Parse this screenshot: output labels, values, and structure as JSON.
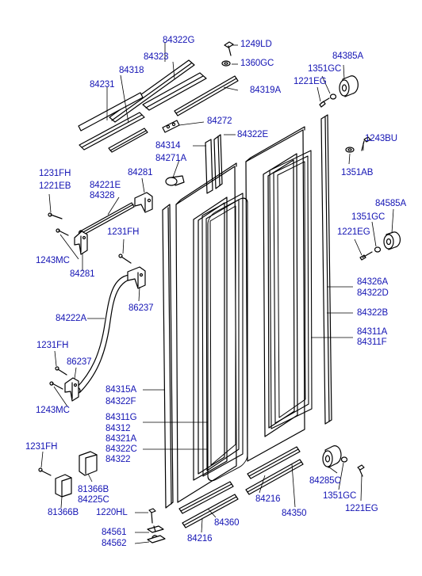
{
  "diagram": {
    "colors": {
      "label": "#1414b4",
      "line": "#000000",
      "background": "#ffffff"
    },
    "labels": [
      {
        "id": "84322G",
        "text": "84322G"
      },
      {
        "id": "84323",
        "text": "84323"
      },
      {
        "id": "84318",
        "text": "84318"
      },
      {
        "id": "84231",
        "text": "84231"
      },
      {
        "id": "1249LD",
        "text": "1249LD"
      },
      {
        "id": "1360GC",
        "text": "1360GC"
      },
      {
        "id": "84319A",
        "text": "84319A"
      },
      {
        "id": "84385A",
        "text": "84385A"
      },
      {
        "id": "1351GC-top",
        "text": "1351GC"
      },
      {
        "id": "1221EG-top",
        "text": "1221EG"
      },
      {
        "id": "84272",
        "text": "84272"
      },
      {
        "id": "84322E",
        "text": "84322E"
      },
      {
        "id": "84314",
        "text": "84314"
      },
      {
        "id": "84271A",
        "text": "84271A"
      },
      {
        "id": "1243BU",
        "text": "1243BU"
      },
      {
        "id": "1351AB",
        "text": "1351AB"
      },
      {
        "id": "1231FH-1",
        "text": "1231FH"
      },
      {
        "id": "1221EB",
        "text": "1221EB"
      },
      {
        "id": "84281-top",
        "text": "84281"
      },
      {
        "id": "84221E",
        "text": "84221E"
      },
      {
        "id": "84328",
        "text": "84328"
      },
      {
        "id": "84585A",
        "text": "84585A"
      },
      {
        "id": "1351GC-mid",
        "text": "1351GC"
      },
      {
        "id": "1221EG-mid",
        "text": "1221EG"
      },
      {
        "id": "1231FH-2",
        "text": "1231FH"
      },
      {
        "id": "1243MC-1",
        "text": "1243MC"
      },
      {
        "id": "84281-bottom",
        "text": "84281"
      },
      {
        "id": "84326A",
        "text": "84326A"
      },
      {
        "id": "84322D",
        "text": "84322D"
      },
      {
        "id": "86237-1",
        "text": "86237"
      },
      {
        "id": "84322B",
        "text": "84322B"
      },
      {
        "id": "84222A",
        "text": "84222A"
      },
      {
        "id": "84311A",
        "text": "84311A"
      },
      {
        "id": "84311F",
        "text": "84311F"
      },
      {
        "id": "1231FH-3",
        "text": "1231FH"
      },
      {
        "id": "86237-2",
        "text": "86237"
      },
      {
        "id": "84315A",
        "text": "84315A"
      },
      {
        "id": "84322F",
        "text": "84322F"
      },
      {
        "id": "1243MC-2",
        "text": "1243MC"
      },
      {
        "id": "84311G",
        "text": "84311G"
      },
      {
        "id": "84312",
        "text": "84312"
      },
      {
        "id": "84321A",
        "text": "84321A"
      },
      {
        "id": "84322C",
        "text": "84322C"
      },
      {
        "id": "84322",
        "text": "84322"
      },
      {
        "id": "1231FH-4",
        "text": "1231FH"
      },
      {
        "id": "84285C",
        "text": "84285C"
      },
      {
        "id": "81366B-1",
        "text": "81366B"
      },
      {
        "id": "84225C",
        "text": "84225C"
      },
      {
        "id": "84216-1",
        "text": "84216"
      },
      {
        "id": "1351GC-bottom",
        "text": "1351GC"
      },
      {
        "id": "81366B-2",
        "text": "81366B"
      },
      {
        "id": "84350",
        "text": "84350"
      },
      {
        "id": "1221EG-bottom",
        "text": "1221EG"
      },
      {
        "id": "1220HL",
        "text": "1220HL"
      },
      {
        "id": "84360",
        "text": "84360"
      },
      {
        "id": "84216-2",
        "text": "84216"
      },
      {
        "id": "84561",
        "text": "84561"
      },
      {
        "id": "84562",
        "text": "84562"
      }
    ]
  }
}
